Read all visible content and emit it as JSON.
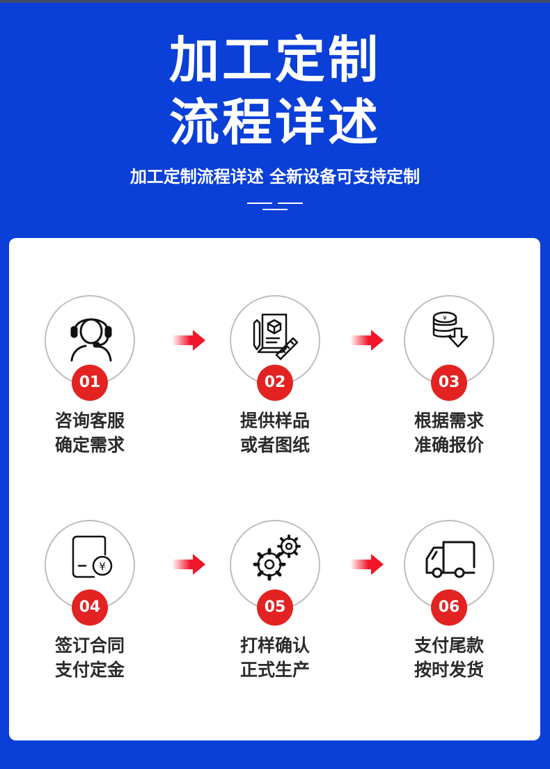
{
  "header": {
    "title_line1": "加工定制",
    "title_line2": "流程详述",
    "subtitle": "加工定制流程详述 全新设备可支持定制"
  },
  "colors": {
    "background": "#0a3fd8",
    "card": "#ffffff",
    "badge": "#e32222",
    "arrow": "#f0152a",
    "text": "#2a2a2a"
  },
  "steps": [
    {
      "number": "01",
      "line1": "咨询客服",
      "line2": "确定需求",
      "icon": "customer-service-headset-icon"
    },
    {
      "number": "02",
      "line1": "提供样品",
      "line2": "或者图纸",
      "icon": "blueprint-drawing-icon"
    },
    {
      "number": "03",
      "line1": "根据需求",
      "line2": "准确报价",
      "icon": "coins-quote-icon"
    },
    {
      "number": "04",
      "line1": "签订合同",
      "line2": "支付定金",
      "icon": "contract-payment-icon"
    },
    {
      "number": "05",
      "line1": "打样确认",
      "line2": "正式生产",
      "icon": "gears-production-icon"
    },
    {
      "number": "06",
      "line1": "支付尾款",
      "line2": "按时发货",
      "icon": "delivery-truck-icon"
    }
  ]
}
